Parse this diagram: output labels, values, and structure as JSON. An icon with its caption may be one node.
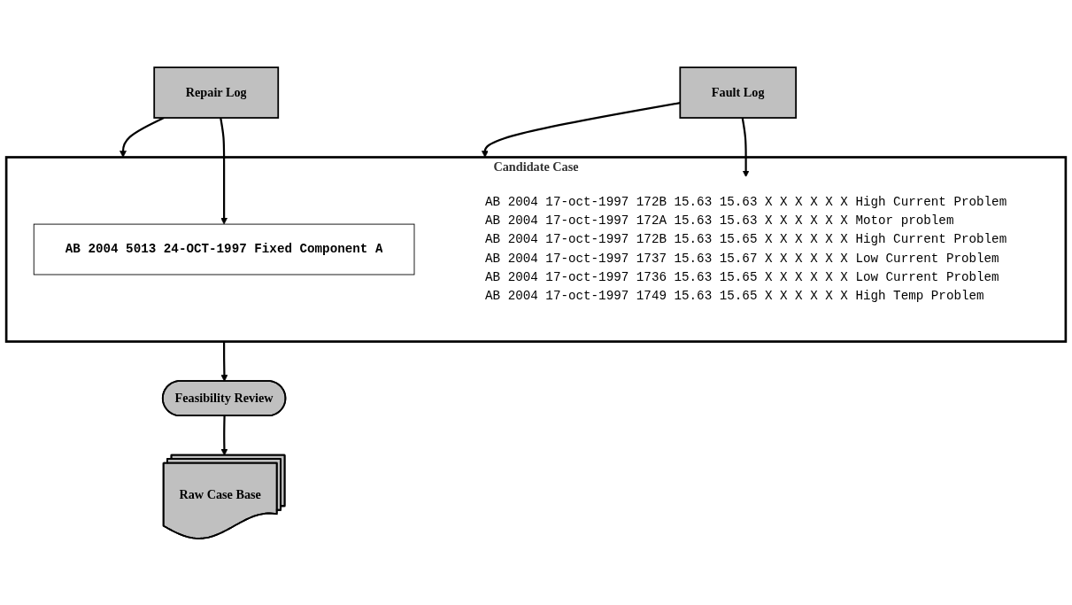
{
  "diagram": {
    "nodes": [
      {
        "text": [
          "Fault Log"
        ]
      },
      {
        "text": [
          "Repair Log"
        ]
      },
      {
        "text": [
          "Candidate Case"
        ]
      },
      {
        "text": [
          "AB 2004 5013 24-OCT-1997 Fixed Component A"
        ],
        "in": 2
      },
      {
        "text": [
          "AB 2004 17-oct-1997 172B 15.63 15.63 X X X X X X High Current Problem",
          "AB 2004 17-oct-1997 172A 15.63 15.63 X X X X X X Motor problem",
          "AB 2004 17-oct-1997 172B 15.63 15.65 X X X X X X High Current Problem",
          "AB 2004 17-oct-1997 1737 15.63 15.67 X X X X X X Low Current Problem",
          "AB 2004 17-oct-1997 1736 15.63 15.65 X X X X X X Low Current Problem",
          "AB 2004 17-oct-1997 1749 15.63 15.65 X X X X X X High Temp Problem"
        ],
        "in": 2
      },
      {
        "text": [
          "Raw Case Base"
        ]
      },
      {
        "text": [
          "Feasibility Review"
        ]
      }
    ],
    "edges": [
      {
        "from": 0,
        "to": 2,
        "arrow": "to"
      },
      {
        "from": 1,
        "to": 2,
        "arrow": "to"
      },
      {
        "from": 0,
        "to": 4,
        "arrow": "to"
      },
      {
        "from": 1,
        "to": 3,
        "arrow": "to"
      },
      {
        "from": 2,
        "to": 6,
        "arrow": "to"
      },
      {
        "from": 6,
        "to": 5,
        "arrow": "to"
      }
    ]
  }
}
